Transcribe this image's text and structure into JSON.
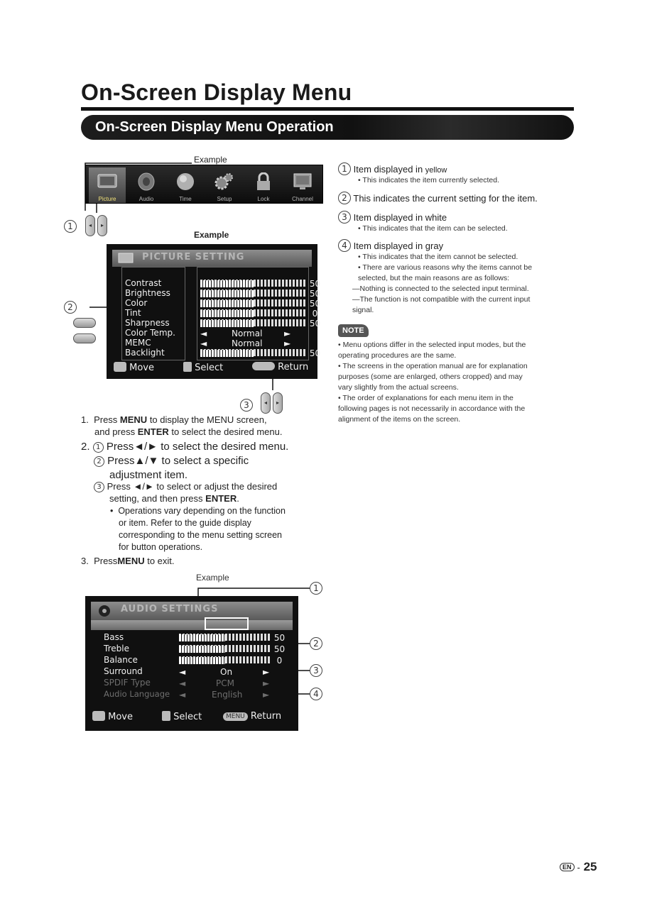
{
  "page": {
    "title": "On-Screen Display Menu",
    "section": "On-Screen Display Menu Operation",
    "number": "25",
    "lang_badge": "EN",
    "dash": "-"
  },
  "example_labels": {
    "top": "Example",
    "middle": "Example",
    "bottom": "Example"
  },
  "icon_bar": {
    "items": [
      {
        "label": "Picture",
        "icon": "tv-screen-icon"
      },
      {
        "label": "Audio",
        "icon": "speaker-icon"
      },
      {
        "label": "Time",
        "icon": "globe-icon"
      },
      {
        "label": "Setup",
        "icon": "gears-icon"
      },
      {
        "label": "Lock",
        "icon": "padlock-icon"
      },
      {
        "label": "Channel",
        "icon": "monitor-icon"
      }
    ]
  },
  "callouts": {
    "c1": "1",
    "c2": "2",
    "c3": "3",
    "c4": "4"
  },
  "picture_menu": {
    "title": "PICTURE SETTING",
    "rows": [
      {
        "label": "Contrast",
        "value": "50",
        "fill": 0.5
      },
      {
        "label": "Brightness",
        "value": "50",
        "fill": 0.5
      },
      {
        "label": "Color",
        "value": "50",
        "fill": 0.5
      },
      {
        "label": "Tint",
        "value": "0",
        "fill": 0.5
      },
      {
        "label": "Sharpness",
        "value": "50",
        "fill": 0.5
      },
      {
        "label": "Color Temp.",
        "value": "Normal"
      },
      {
        "label": "MEMC",
        "value": "Normal"
      },
      {
        "label": "Backlight",
        "value": "50",
        "fill": 0.5
      }
    ],
    "footer": {
      "move": "Move",
      "select": "Select",
      "return": "Return"
    }
  },
  "audio_menu": {
    "title": "AUDIO SETTINGS",
    "rows": [
      {
        "label": "Bass",
        "value": "50",
        "fill": 0.5
      },
      {
        "label": "Treble",
        "value": "50",
        "fill": 0.5
      },
      {
        "label": "Balance",
        "value": "0",
        "fill": 0.5
      },
      {
        "label": "Surround",
        "value": "On"
      },
      {
        "label": "SPDIF Type",
        "value": "PCM"
      },
      {
        "label": "Audio Language",
        "value": "English"
      }
    ],
    "footer": {
      "move": "Move",
      "select": "Select",
      "menu_badge": "MENU",
      "return": "Return"
    }
  },
  "steps": {
    "s1_num": "1.",
    "s1_a": "Press ",
    "s1_b": "MENU",
    "s1_c": " to display the MENU screen,",
    "s1_d": "and press ",
    "s1_e": "ENTER",
    "s1_f": " to select the desired menu.",
    "s2_num": "2.",
    "s2_1": "Press◄/► to select the desired menu.",
    "s2_2a": "Press▲/▼ to select a specific",
    "s2_2b": "adjustment item.",
    "s2_3a": "Press ◄/► to select or adjust the desired",
    "s2_3b": "setting, and then press ",
    "s2_3c": "ENTER",
    "s2_3d": ".",
    "bullet_lines": [
      "Operations vary depending on the function",
      "or item. Refer to the guide display",
      "corresponding to the menu setting screen",
      "for button operations."
    ],
    "s3_num": "3.",
    "s3_a": "Press",
    "s3_b": "MENU",
    "s3_c": " to exit."
  },
  "explanations": {
    "e1_title": "Item displayed in ",
    "e1_title_b": "yellow",
    "e1_sub": "• This indicates the item currently selected.",
    "e2_title": "This indicates the current setting for the item.",
    "e3_title": "Item displayed in white",
    "e3_sub": "• This indicates that the item can be selected.",
    "e4_title": "Item displayed in gray",
    "e4_subs": [
      "• This indicates that the item cannot be selected.",
      "• There are various reasons why the items cannot be",
      "   selected, but the main reasons are as follows:",
      "—Nothing is connected to the selected input terminal.",
      "—The function is not compatible with the current input",
      "   signal."
    ]
  },
  "note": {
    "badge": "NOTE",
    "lines": [
      "• Menu options differ in the selected input modes, but the",
      "   operating procedures are the same.",
      "• The screens in the operation manual are for explanation",
      "   purposes (some are enlarged, others cropped) and may",
      "   vary slightly from the actual screens.",
      "• The order of explanations for each menu item in the",
      "   following pages is not necessarily in accordance with the",
      "   alignment of the items on the screen."
    ]
  },
  "colors": {
    "selected_label": "#f2e27a",
    "gray_item": "#6e6e6e",
    "header": "#111111"
  }
}
